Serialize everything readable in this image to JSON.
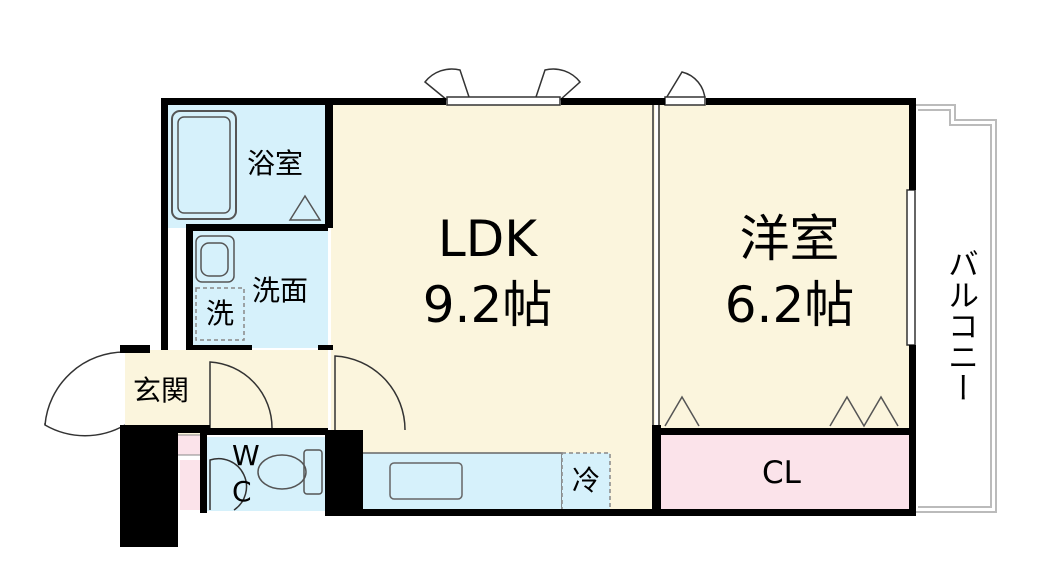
{
  "rooms": {
    "ldk": {
      "name": "LDK",
      "size": "9.2帖"
    },
    "western": {
      "name": "洋室",
      "size": "6.2帖"
    },
    "bath": {
      "label": "浴室"
    },
    "washroom": {
      "label": "洗面"
    },
    "washer": {
      "label": "洗"
    },
    "entrance": {
      "label": "玄関"
    },
    "toilet": {
      "label_w": "W",
      "label_c": "C"
    },
    "fridge": {
      "label": "冷"
    },
    "closet": {
      "label": "CL"
    },
    "balcony": {
      "label": "バルコニー"
    }
  },
  "colors": {
    "wall": "#000000",
    "ldk_floor": "#fbf5dd",
    "western_floor": "#fbf5dd",
    "water_area": "#d6f1fb",
    "closet": "#fbe3ea",
    "balcony_line": "#bbbbbb",
    "fixture_line": "#555555"
  }
}
